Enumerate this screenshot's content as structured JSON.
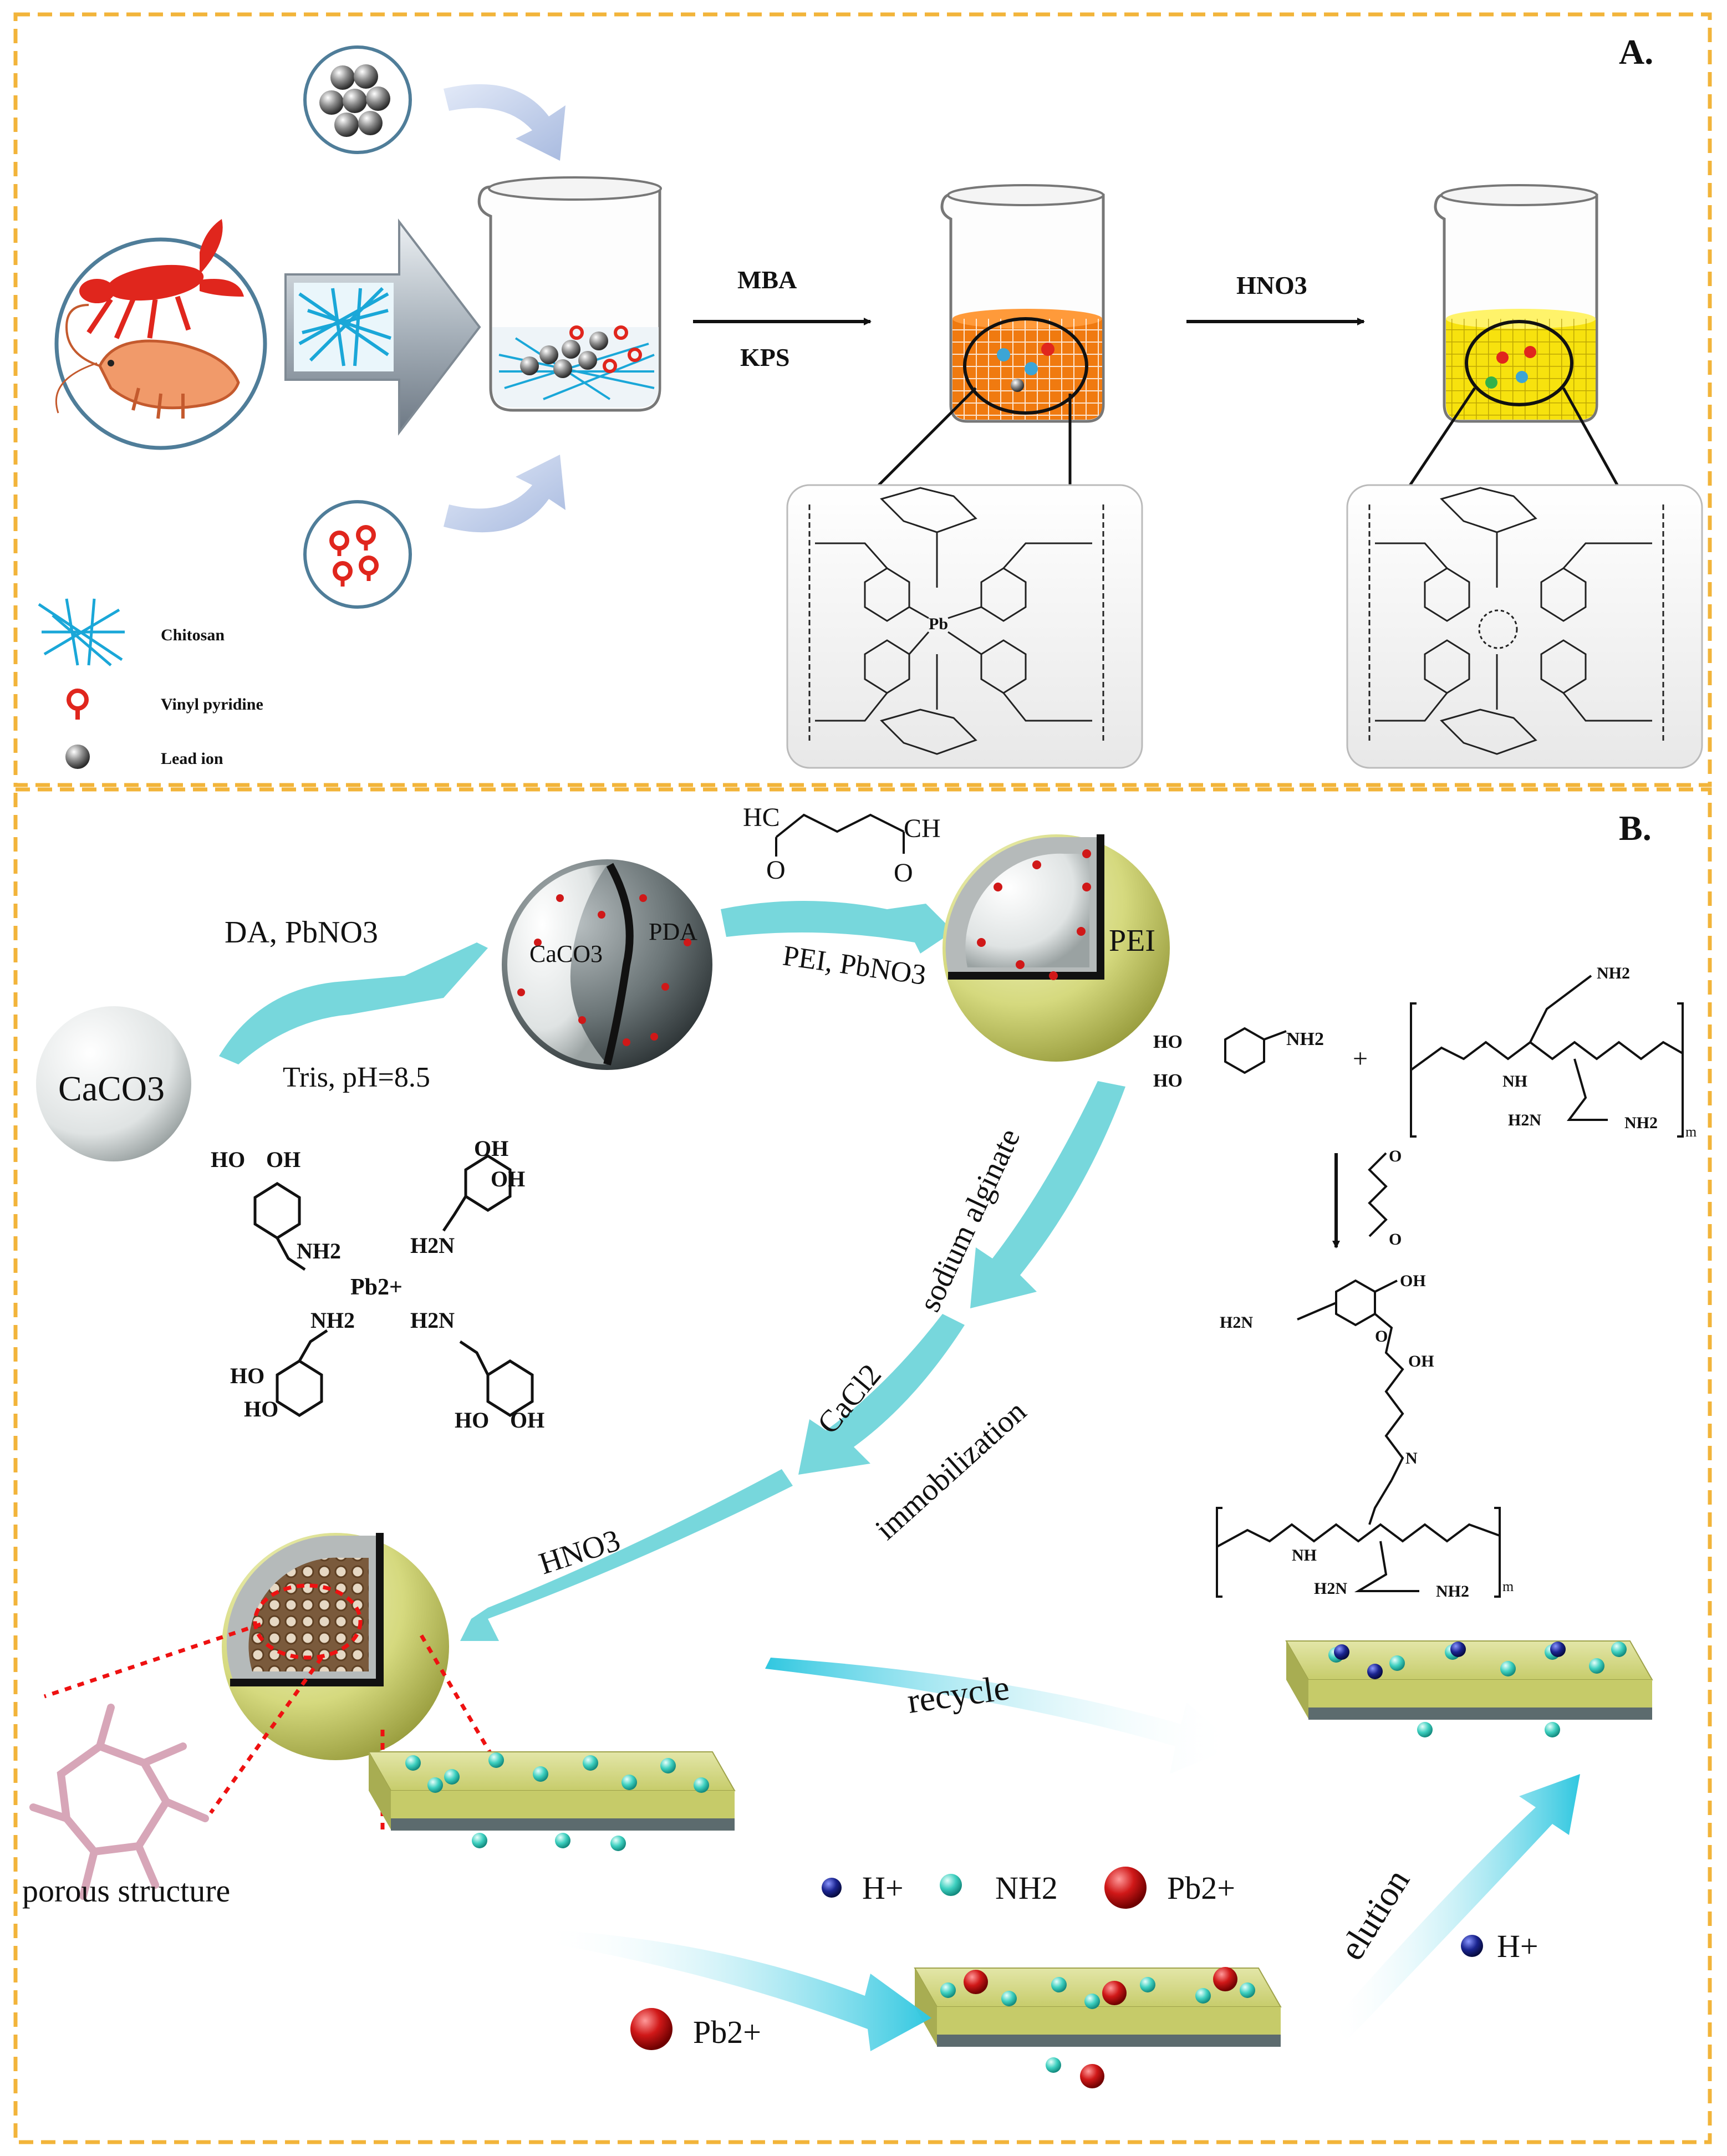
{
  "colors": {
    "frame": "#f2b43a",
    "arrow_cyan": "#5fd0d6",
    "shell_yellow": "#d9dd86",
    "slab_gray": "#5c6b6e",
    "pb_red": "#d01818",
    "nh2_cyan": "#3ed0c0",
    "h_blue": "#15207a",
    "chitosan_blue": "#1aa7d8",
    "beaker_orange": "#f07a10",
    "beaker_yellow": "#f7e20e"
  },
  "panelA": {
    "label": "A.",
    "step1_top": "MBA",
    "step1_bottom": "KPS",
    "step2": "HNO3",
    "pb_label": "Pb",
    "legend": [
      {
        "icon": "chitosan-icon",
        "text": "Chitosan"
      },
      {
        "icon": "vinyl-pyridine-icon",
        "text": "Vinyl pyridine"
      },
      {
        "icon": "lead-ion-icon",
        "text": "Lead ion"
      }
    ]
  },
  "panelB": {
    "label": "B.",
    "caco3": "CaCO3",
    "core_caco3": "CaCO3",
    "pda": "PDA",
    "pei": "PEI",
    "da_pbno3": "DA, PbNO3",
    "tris": "Tris, pH=8.5",
    "pei_pbno3": "PEI, PbNO3",
    "sodium_alginate": "sodium alginate",
    "cacl2": "CaCl2",
    "immobilization": "immobilization",
    "hno3": "HNO3",
    "porous": "porous structure",
    "recycle": "recycle",
    "elution": "elution",
    "pb_ion": "Pb2+",
    "h_ion": "H+",
    "legend": [
      {
        "icon": "h-ion-icon",
        "text": "H+"
      },
      {
        "icon": "nh2-icon",
        "text": "NH2"
      },
      {
        "icon": "pb-ion-icon",
        "text": "Pb2+"
      }
    ],
    "chem": {
      "ho": "HO",
      "oh": "OH",
      "nh2": "NH2",
      "h2n": "H2N",
      "pb2": "Pb2+",
      "hc": "HC",
      "ch": "CH",
      "o": "O",
      "nh": "NH",
      "n": "N",
      "m": "m",
      "plus": "+"
    }
  }
}
